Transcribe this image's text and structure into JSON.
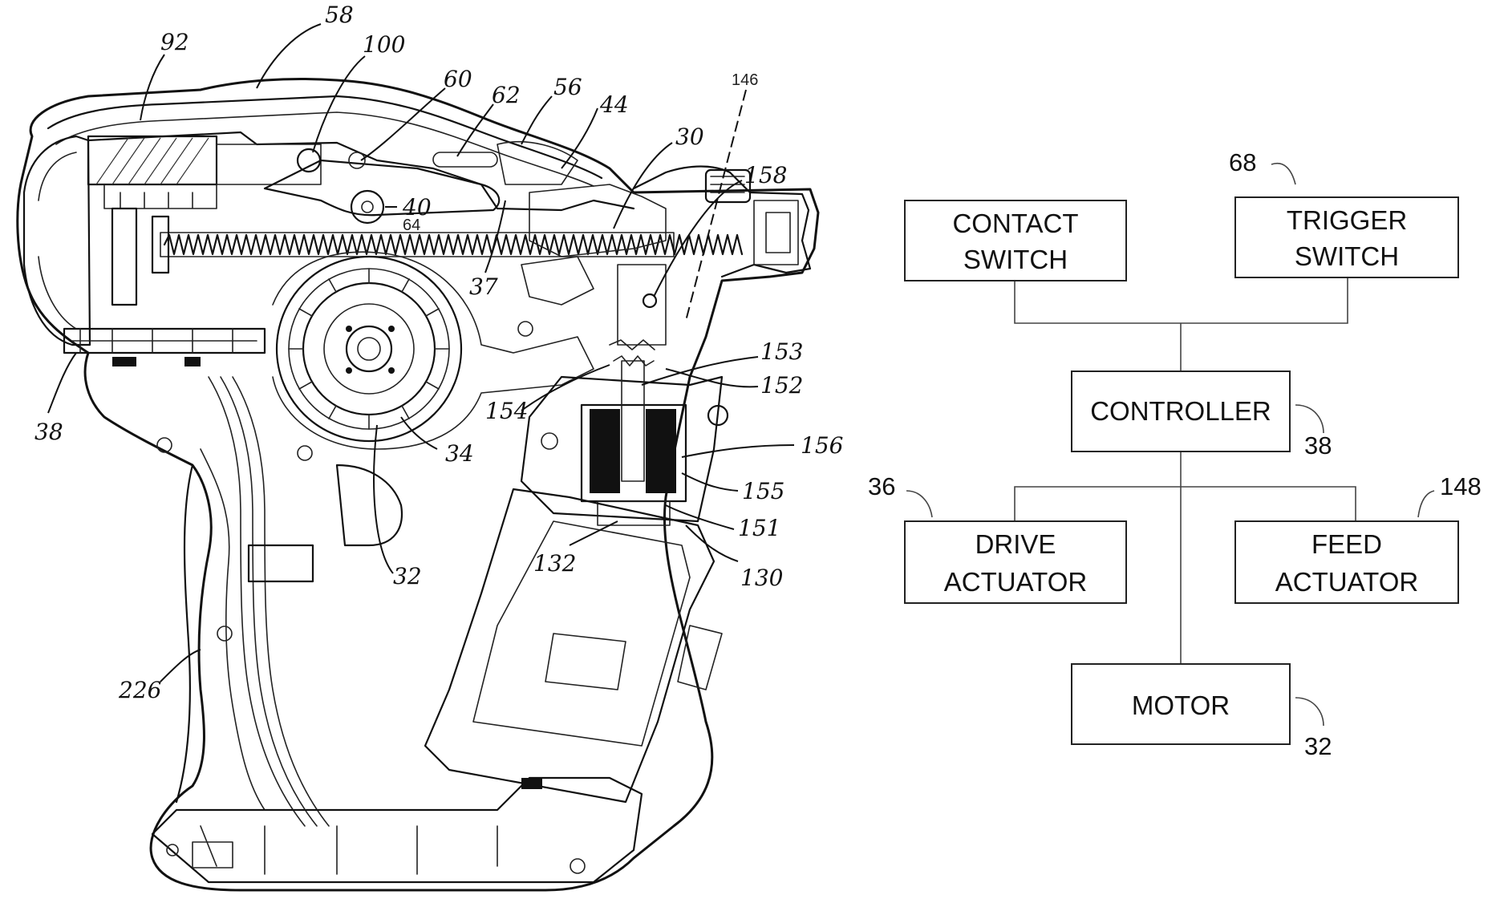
{
  "drawing_labels": {
    "l92": "92",
    "l58": "58",
    "l100": "100",
    "l60": "60",
    "l62": "62",
    "l56": "56",
    "l44": "44",
    "l146": "146",
    "l30": "30",
    "l158": "158",
    "l40": "40",
    "l64": "64",
    "l37": "37",
    "l153": "153",
    "l152": "152",
    "l154": "154",
    "l156": "156",
    "l155": "155",
    "l151": "151",
    "l130": "130",
    "l132": "132",
    "l38": "38",
    "l34": "34",
    "l32": "32",
    "l226": "226"
  },
  "block_diagram": {
    "contact_switch": {
      "line1": "CONTACT",
      "line2": "SWITCH"
    },
    "trigger_switch": {
      "line1": "TRIGGER",
      "line2": "SWITCH",
      "ref": "68"
    },
    "controller": {
      "label": "CONTROLLER",
      "ref": "38"
    },
    "drive_actuator": {
      "line1": "DRIVE",
      "line2": "ACTUATOR",
      "ref": "36"
    },
    "feed_actuator": {
      "line1": "FEED",
      "line2": "ACTUATOR",
      "ref": "148"
    },
    "motor": {
      "label": "MOTOR",
      "ref": "32"
    }
  }
}
